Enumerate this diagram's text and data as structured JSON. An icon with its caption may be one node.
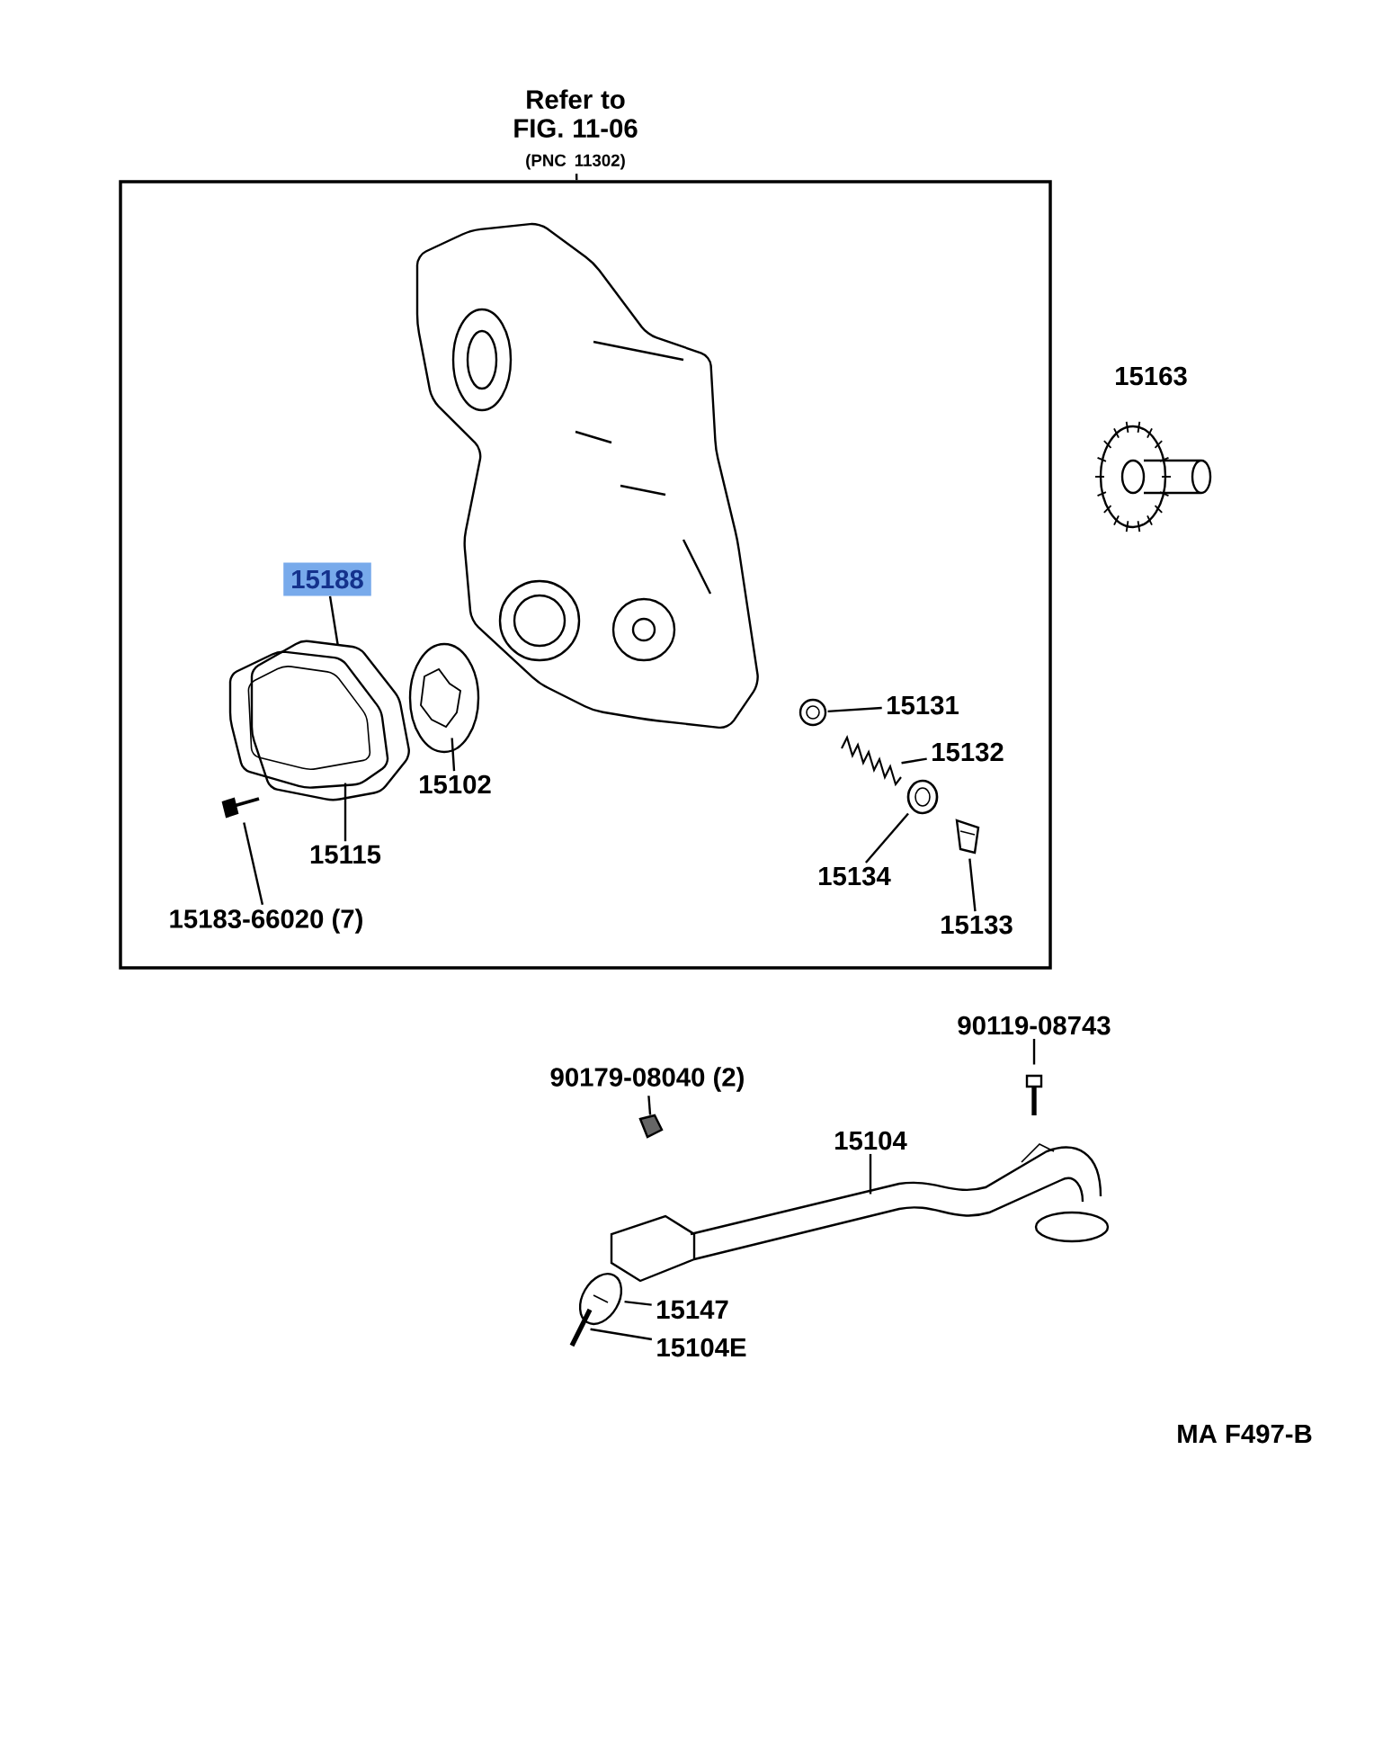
{
  "diagram": {
    "nodes": [
      {
        "text": [
          "Refer to FIG. 11-06",
          "(PNC 11302)"
        ]
      },
      {
        "text": [],
        "shape": "box"
      },
      {
        "text": [
          "15188"
        ],
        "in": 1
      },
      {
        "text": [],
        "shape": "picture",
        "in": 1
      },
      {
        "text": [],
        "shape": "picture",
        "in": 1
      },
      {
        "text": [],
        "shape": "picture",
        "in": 1
      },
      {
        "text": [
          "15131"
        ],
        "in": 1
      },
      {
        "text": [],
        "shape": "picture",
        "in": 1
      },
      {
        "text": [],
        "shape": "picture",
        "in": 1
      },
      {
        "text": [
          "15132"
        ],
        "in": 1
      },
      {
        "text": [
          "15102"
        ],
        "in": 1
      },
      {
        "text": [],
        "shape": "picture",
        "in": 1
      },
      {
        "text": [],
        "shape": "picture",
        "in": 1
      },
      {
        "text": [],
        "shape": "picture",
        "in": 1
      },
      {
        "text": [
          "15115"
        ],
        "in": 1
      },
      {
        "text": [
          "15134"
        ],
        "in": 1
      },
      {
        "text": [
          "15183-66020 (7)"
        ],
        "in": 1
      },
      {
        "text": [
          "15133"
        ],
        "in": 1
      },
      {
        "text": [
          "90119-08743"
        ]
      },
      {
        "text": [],
        "shape": "picture"
      },
      {
        "text": [
          "90179-08040 (2)"
        ]
      },
      {
        "text": [
          "15104"
        ]
      },
      {
        "text": [],
        "shape": "picture"
      },
      {
        "text": [],
        "shape": "picture"
      },
      {
        "text": [],
        "shape": "picture"
      },
      {
        "text": [
          "15147"
        ]
      },
      {
        "text": [],
        "shape": "picture"
      },
      {
        "text": [
          "15104E"
        ]
      }
    ],
    "edges": [
      {
        "from": 0,
        "to": 1,
        "arrow": "none"
      },
      {
        "from": 2,
        "to": 3,
        "arrow": "none"
      },
      {
        "from": 14,
        "to": 4,
        "arrow": "none"
      },
      {
        "from": 10,
        "to": 5,
        "arrow": "none"
      },
      {
        "from": 6,
        "to": 7,
        "arrow": "none"
      },
      {
        "from": 9,
        "to": 8,
        "arrow": "none"
      },
      {
        "from": 15,
        "to": 12,
        "arrow": "none"
      },
      {
        "from": 16,
        "to": 11,
        "arrow": "none"
      },
      {
        "from": 17,
        "to": 13,
        "arrow": "none"
      },
      {
        "from": 18,
        "to": 19,
        "arrow": "none"
      },
      {
        "from": 20,
        "to": 22,
        "arrow": "none"
      },
      {
        "from": 21,
        "to": 23,
        "arrow": "none"
      },
      {
        "from": 25,
        "to": 24,
        "arrow": "none"
      },
      {
        "from": 27,
        "to": 26,
        "arrow": "none"
      }
    ],
    "labels": [
      "15163",
      "MA F497-B"
    ]
  }
}
